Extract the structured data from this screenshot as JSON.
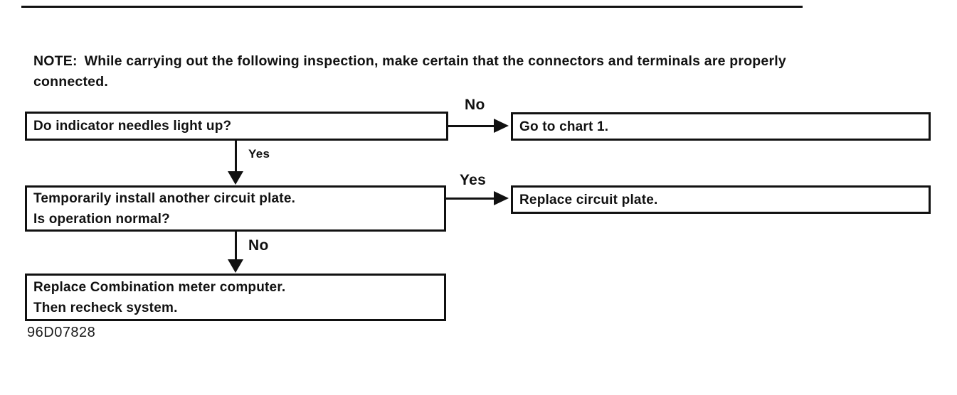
{
  "figure_id": "96D07828",
  "colors": {
    "ink": "#111111",
    "background": "#ffffff"
  },
  "note": {
    "label": "NOTE:",
    "line1": "While carrying out the following inspection, make certain that the connectors and terminals are properly",
    "line2": "connected."
  },
  "flowchart": {
    "step1": {
      "question": "Do indicator needles light up?"
    },
    "edge1_no_label": "No",
    "step1_no_result": "Go to chart 1.",
    "edge1_yes_label": "Yes",
    "step2": {
      "line1": "Temporarily install another circuit plate.",
      "line2": "Is operation normal?"
    },
    "edge2_yes_label": "Yes",
    "step2_yes_result": "Replace circuit plate.",
    "edge2_no_label": "No",
    "step3": {
      "line1": "Replace Combination meter computer.",
      "line2": "Then recheck system."
    }
  }
}
